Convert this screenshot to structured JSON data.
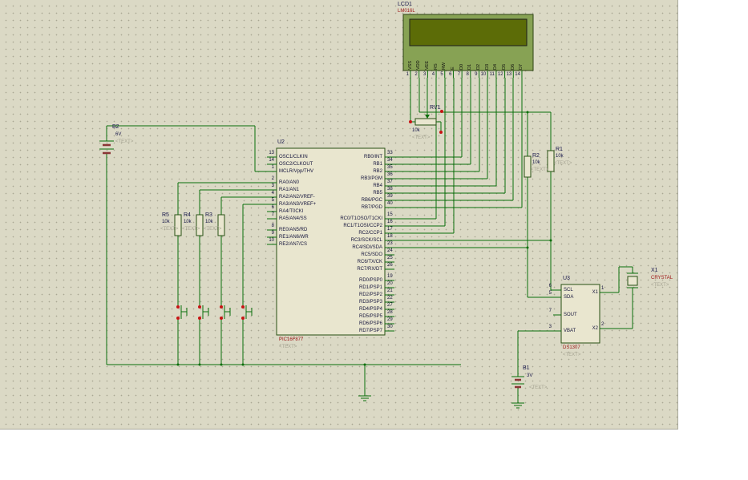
{
  "lcd1": {
    "ref": "LCD1",
    "part": "LM016L",
    "pins": [
      "VSS",
      "VDD",
      "VEE",
      "RS",
      "RW",
      "E",
      "D0",
      "D1",
      "D2",
      "D3",
      "D4",
      "D5",
      "D6",
      "D7"
    ],
    "pin_numbers": [
      "1",
      "2",
      "3",
      "4",
      "5",
      "6",
      "7",
      "8",
      "9",
      "10",
      "11",
      "12",
      "13",
      "14"
    ]
  },
  "rv1": {
    "ref": "RV1",
    "value": "10k",
    "annotation": "<TEXT>"
  },
  "u2": {
    "ref": "U2",
    "part": "PIC16F877",
    "annotation": "<TEXT>",
    "left_pins": [
      {
        "num": "13",
        "name": "OSC1/CLKIN"
      },
      {
        "num": "14",
        "name": "OSC2/CLKOUT"
      },
      {
        "num": "1",
        "name": "MCLR/Vpp/THV"
      },
      {
        "num": "2",
        "name": "RA0/AN0"
      },
      {
        "num": "3",
        "name": "RA1/AN1"
      },
      {
        "num": "4",
        "name": "RA2/AN2/VREF-"
      },
      {
        "num": "5",
        "name": "RA3/AN3/VREF+"
      },
      {
        "num": "6",
        "name": "RA4/T0CKI"
      },
      {
        "num": "7",
        "name": "RA5/AN4/SS"
      },
      {
        "num": "8",
        "name": "RE0/AN5/RD"
      },
      {
        "num": "9",
        "name": "RE1/AN6/WR"
      },
      {
        "num": "10",
        "name": "RE2/AN7/CS"
      }
    ],
    "right_pins": [
      {
        "num": "33",
        "name": "RB0/INT"
      },
      {
        "num": "34",
        "name": "RB1"
      },
      {
        "num": "35",
        "name": "RB2"
      },
      {
        "num": "36",
        "name": "RB3/PGM"
      },
      {
        "num": "37",
        "name": "RB4"
      },
      {
        "num": "38",
        "name": "RB5"
      },
      {
        "num": "39",
        "name": "RB6/PGC"
      },
      {
        "num": "40",
        "name": "RB7/PGD"
      },
      {
        "num": "15",
        "name": "RC0/T1OSO/T1CKI"
      },
      {
        "num": "16",
        "name": "RC1/T1OSI/CCP2"
      },
      {
        "num": "17",
        "name": "RC2/CCP1"
      },
      {
        "num": "18",
        "name": "RC3/SCK/SCL"
      },
      {
        "num": "23",
        "name": "RC4/SDI/SDA"
      },
      {
        "num": "24",
        "name": "RC5/SDO"
      },
      {
        "num": "25",
        "name": "RC6/TX/CK"
      },
      {
        "num": "26",
        "name": "RC7/RX/DT"
      },
      {
        "num": "19",
        "name": "RD0/PSP0"
      },
      {
        "num": "20",
        "name": "RD1/PSP1"
      },
      {
        "num": "21",
        "name": "RD2/PSP2"
      },
      {
        "num": "22",
        "name": "RD3/PSP3"
      },
      {
        "num": "27",
        "name": "RD4/PSP4"
      },
      {
        "num": "28",
        "name": "RD5/PSP5"
      },
      {
        "num": "29",
        "name": "RD6/PSP6"
      },
      {
        "num": "30",
        "name": "RD7/PSP7"
      }
    ]
  },
  "r1": {
    "ref": "R1",
    "value": "10k",
    "annotation": "<TEXT>"
  },
  "r2": {
    "ref": "R2",
    "value": "10k",
    "annotation": "<TEXT>"
  },
  "r3": {
    "ref": "R3",
    "value": "10k",
    "annotation": "<TEXT>"
  },
  "r4": {
    "ref": "R4",
    "value": "10k",
    "annotation": "<TEXT>"
  },
  "r5": {
    "ref": "R5",
    "value": "10k",
    "annotation": "<TEXT>"
  },
  "b1": {
    "ref": "B1",
    "value": "3V",
    "annotation": "<TEXT>"
  },
  "b2": {
    "ref": "B2",
    "value": "6V",
    "annotation": "<TEXT>"
  },
  "u3": {
    "ref": "U3",
    "part": "DS1307",
    "annotation": "<TEXT>",
    "left_pins": [
      {
        "num": "6",
        "name": "SCL"
      },
      {
        "num": "5",
        "name": "SDA"
      },
      {
        "num": "7",
        "name": "SOUT"
      },
      {
        "num": "3",
        "name": "VBAT"
      }
    ],
    "right_pins": [
      {
        "num": "1",
        "name": "X1"
      },
      {
        "num": "2",
        "name": "X2"
      }
    ]
  },
  "x1": {
    "ref": "X1",
    "part": "CRYSTAL",
    "annotation": "<TEXT>"
  },
  "colors": {
    "wire": "#0a6e0a",
    "canvas_background": "#dbd9c5",
    "grid_dot": "#a9a793",
    "terminal_marker": "#c81414",
    "part_text": "#9c1414",
    "annotation_text": "#a6a492",
    "lcd_body": "#87a254",
    "lcd_screen": "#5c6c07"
  }
}
